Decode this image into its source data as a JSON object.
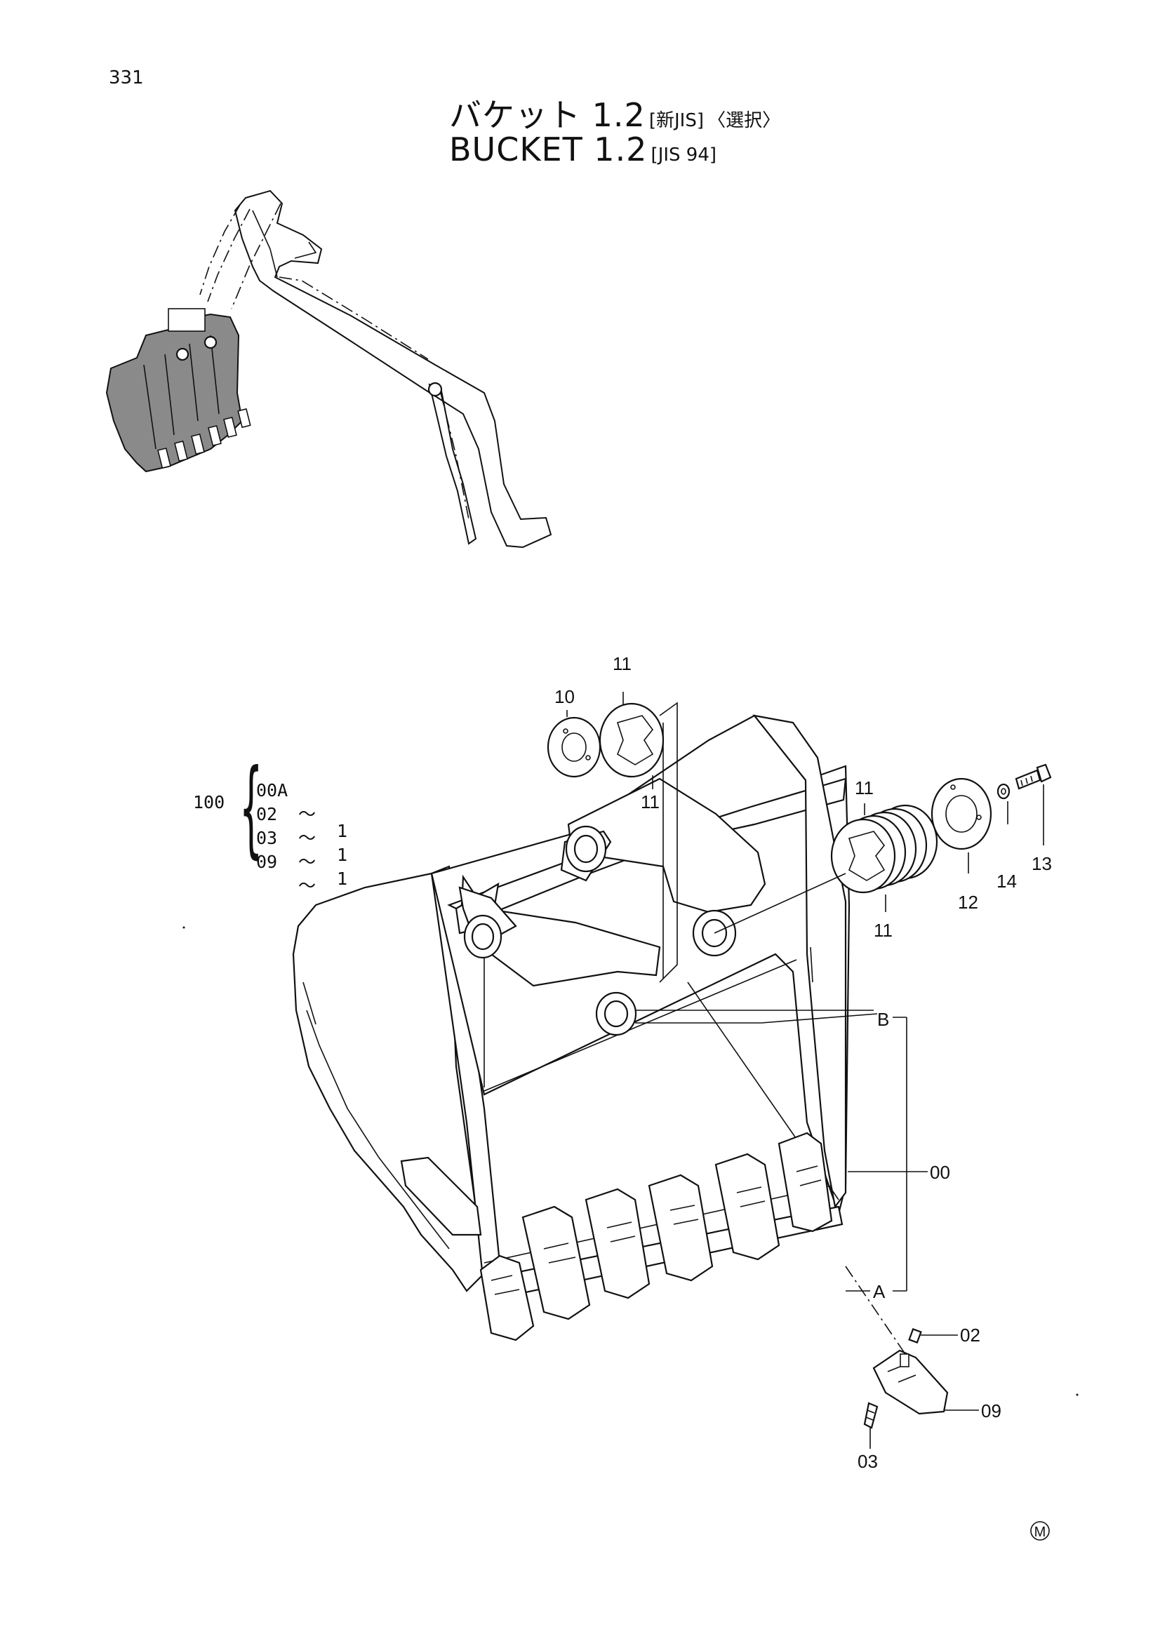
{
  "page": {
    "number": "331"
  },
  "title": {
    "jp_main": "バケット 1.2",
    "jp_std": "[新JIS]",
    "jp_option": "〈選択〉",
    "en_main": "BUCKET 1.2",
    "en_std": "[JIS 94]"
  },
  "kit": {
    "number": "100",
    "items": [
      {
        "part": "00A",
        "sep": "～",
        "qty": "1"
      },
      {
        "part": "02",
        "sep": "～",
        "qty": "1"
      },
      {
        "part": "03",
        "sep": "～",
        "qty": "1"
      },
      {
        "part": "09",
        "sep": "～",
        "qty": "1"
      }
    ]
  },
  "callouts": {
    "p10": "10",
    "p11_top": "11",
    "p11_mid": "11",
    "p11_right": "11",
    "p11_right_low": "11",
    "p12": "12",
    "p13": "13",
    "p14": "14",
    "ref_b": "B",
    "p00": "00",
    "ref_a": "A",
    "p02": "02",
    "p09": "09",
    "p03": "03"
  },
  "mark": "M"
}
